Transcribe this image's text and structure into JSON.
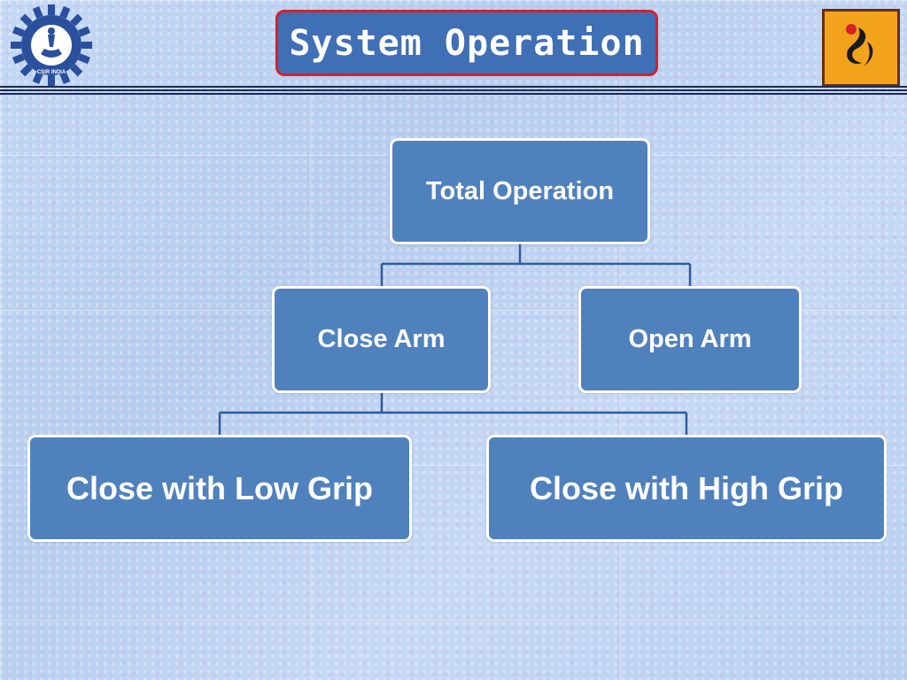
{
  "header": {
    "title": "System Operation",
    "left_logo": "csir-india-emblem",
    "right_logo": "institute-logo",
    "left_logo_text": "CSIR INDIA"
  },
  "diagram": {
    "root": "Total Operation",
    "level1": [
      "Close Arm",
      "Open Arm"
    ],
    "level2": [
      "Close with Low Grip",
      "Close with High Grip"
    ]
  },
  "colors": {
    "node_fill": "#4f81bd",
    "node_border": "#ffffff",
    "connector": "#2e5c99",
    "title_border": "#d6202a",
    "title_fill": "#3f6fb5"
  }
}
